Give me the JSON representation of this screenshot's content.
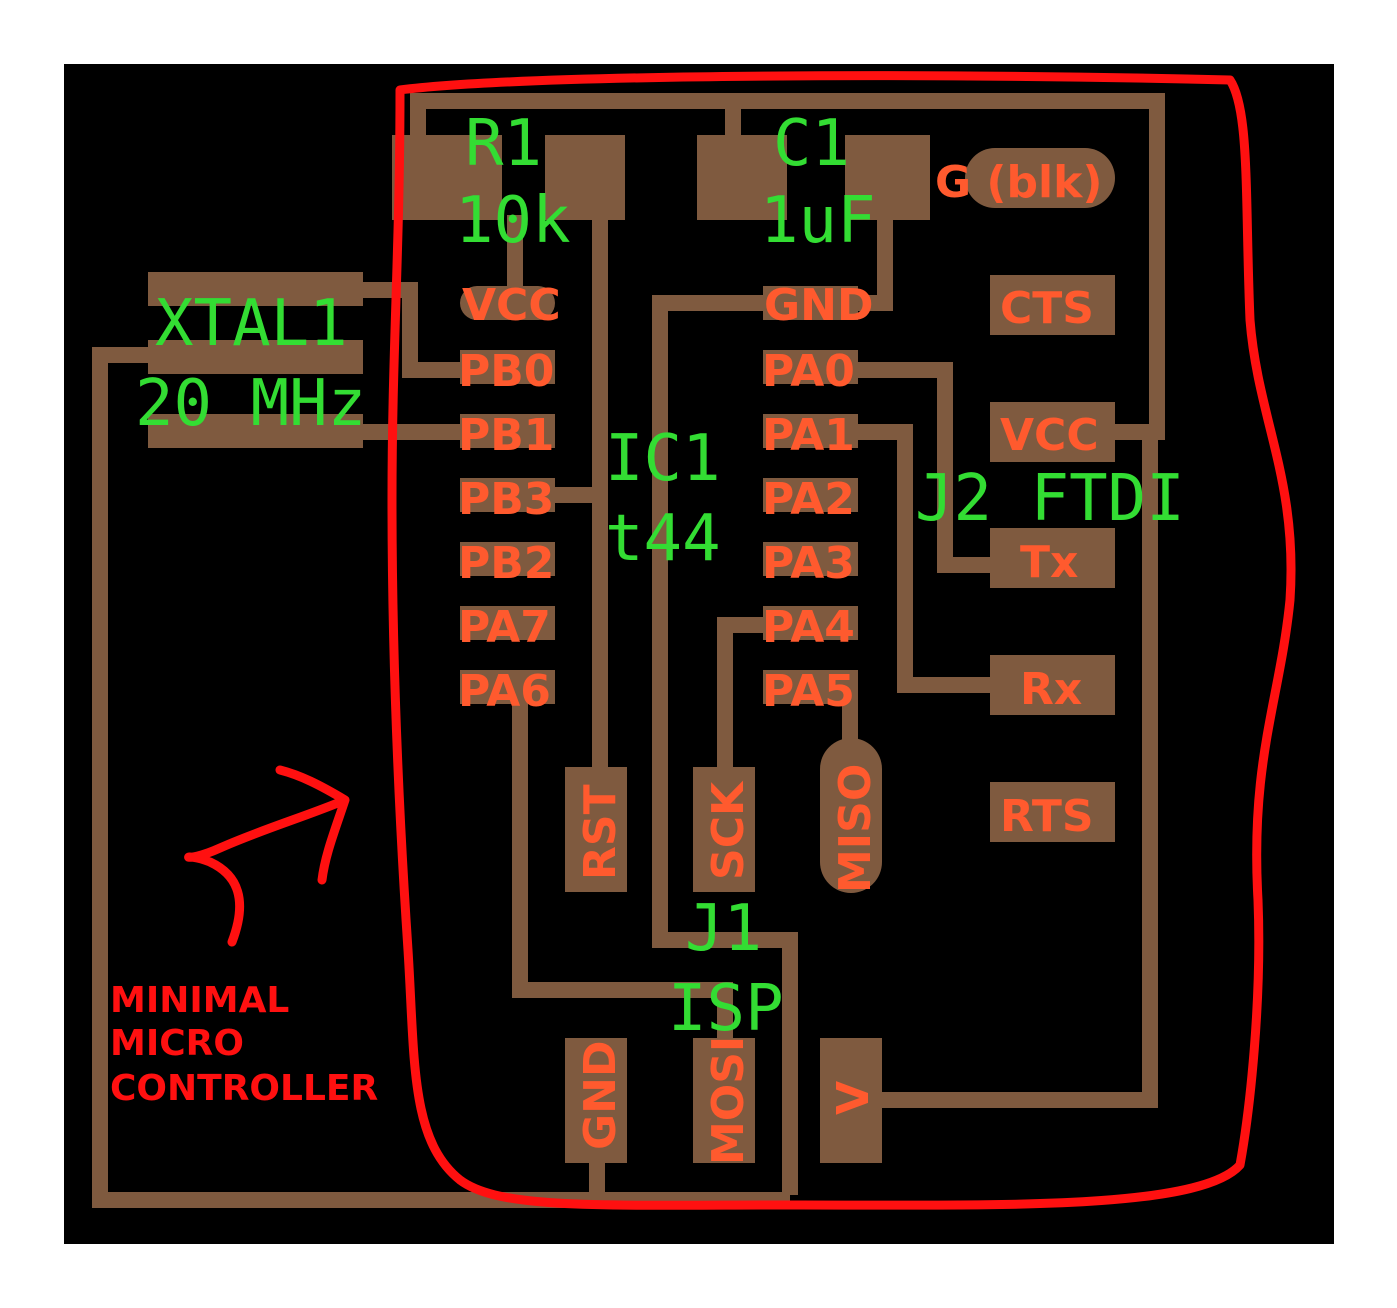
{
  "colors": {
    "board": "#000000",
    "copper": "#7f5a3f",
    "pin_label": "#ff5a2e",
    "silk": "#33dd33",
    "marker": "#ff1010"
  },
  "components": {
    "r1": {
      "ref": "R1",
      "value": "10k"
    },
    "c1": {
      "ref": "C1",
      "value": "1uF"
    },
    "xtal": {
      "ref": "XTAL1",
      "value": "20 MHz"
    },
    "ic": {
      "ref": "IC1",
      "value": "t44"
    },
    "j1": {
      "ref": "J1",
      "value": "ISP"
    },
    "j2": {
      "ref": "J2 FTDI"
    }
  },
  "ic_pins_left": [
    "VCC",
    "PB0",
    "PB1",
    "PB3",
    "PB2",
    "PA7",
    "PA6"
  ],
  "ic_pins_right": [
    "GND",
    "PA0",
    "PA1",
    "PA2",
    "PA3",
    "PA4",
    "PA5"
  ],
  "ftdi_pins": {
    "gnd": "G (blk)",
    "cts": "CTS",
    "vcc": "VCC",
    "tx": "Tx",
    "rx": "Rx",
    "rts": "RTS"
  },
  "isp_pins": {
    "rst": "RST",
    "sck": "SCK",
    "miso": "MISO",
    "gnd": "GND",
    "mosi": "MOSI",
    "v": "V"
  },
  "annotation": [
    "MINIMAL",
    "MICRO",
    "CONTROLLER"
  ]
}
